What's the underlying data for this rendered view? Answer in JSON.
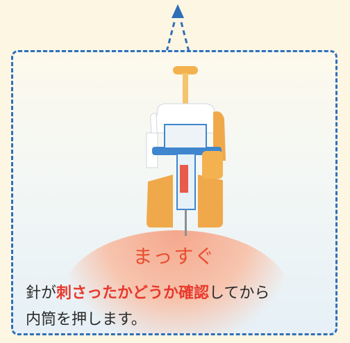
{
  "callout": {
    "label": "まっすぐ",
    "description": {
      "prefix": "針が",
      "emphasis": "刺さったかどうか確認",
      "suffix": "してから",
      "line2": "内筒を押します。"
    }
  },
  "colors": {
    "accent_red": "#e8382b",
    "border_blue": "#2f6fb7",
    "device_orange": "#f0a94a",
    "device_blue": "#3f86cf"
  },
  "icons": [
    "upward-dashed-arrow-icon",
    "injector-device-icon"
  ]
}
